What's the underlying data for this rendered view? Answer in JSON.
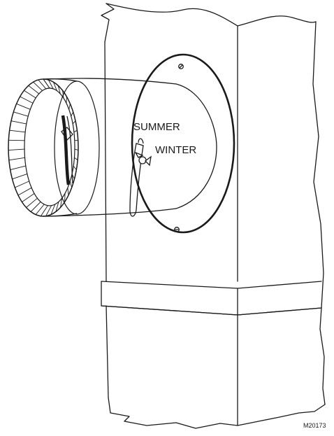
{
  "figure": {
    "description_labels": {
      "summer": "SUMMER",
      "winter": "WINTER"
    },
    "figure_code": "M20173",
    "colors": {
      "line": "#1a1a1a",
      "background": "#ffffff"
    }
  }
}
